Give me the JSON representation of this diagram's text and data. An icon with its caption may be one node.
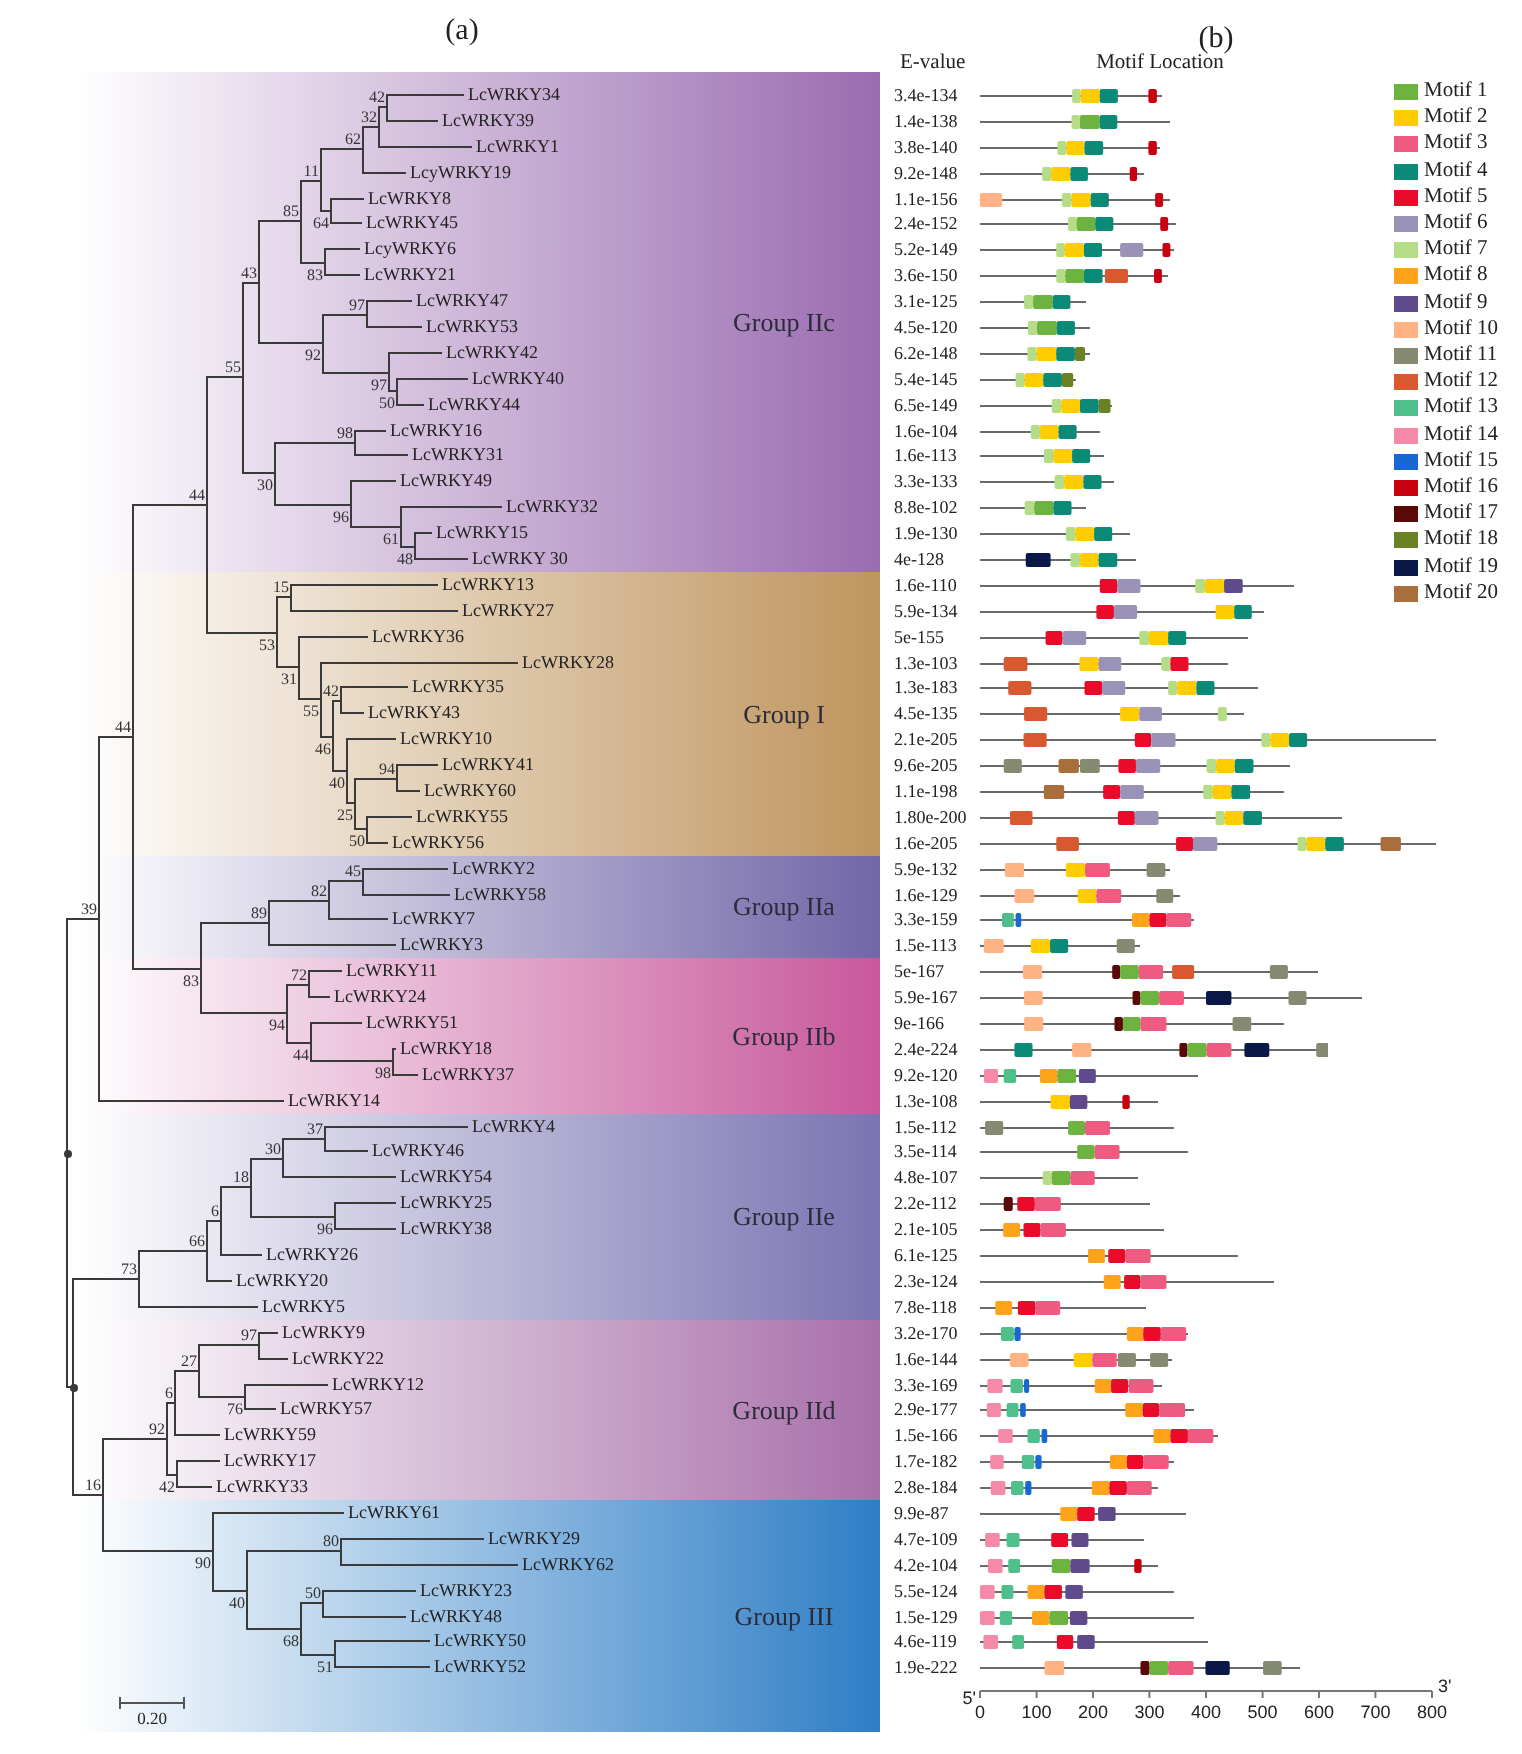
{
  "diagram": {
    "nodes": [
      {
        "text": [
          "Group IIc"
        ]
      },
      {
        "text": [
          "LcWRKY34"
        ],
        "in": 0
      },
      {
        "text": [
          "LcWRKY39"
        ],
        "in": 0
      },
      {
        "text": [
          "LcWRKY1"
        ],
        "in": 0
      },
      {
        "text": [
          "LcyWRKY19"
        ],
        "in": 0
      },
      {
        "text": [
          "LcWRKY8"
        ],
        "in": 0
      },
      {
        "text": [
          "LcWRKY45"
        ],
        "in": 0
      },
      {
        "text": [
          "LcyWRKY6"
        ],
        "in": 0
      },
      {
        "text": [
          "LcWRKY21"
        ],
        "in": 0
      },
      {
        "text": [
          "LcWRKY47"
        ],
        "in": 0
      },
      {
        "text": [
          "LcWRKY53"
        ],
        "in": 0
      },
      {
        "text": [
          "LcWRKY42"
        ],
        "in": 0
      },
      {
        "text": [
          "LcWRKY40"
        ],
        "in": 0
      },
      {
        "text": [
          "LcWRKY44"
        ],
        "in": 0
      },
      {
        "text": [
          "LcWRKY16"
        ],
        "in": 0
      },
      {
        "text": [
          "LcWRKY31"
        ],
        "in": 0
      },
      {
        "text": [
          "LcWRKY49"
        ],
        "in": 0
      },
      {
        "text": [
          "LcWRKY32"
        ],
        "in": 0
      },
      {
        "text": [
          "LcWRKY15"
        ],
        "in": 0
      },
      {
        "text": [
          "LcWRKY 30"
        ],
        "in": 0
      },
      {
        "text": [
          "42"
        ],
        "in": 0
      },
      {
        "text": [
          "32"
        ],
        "in": 0
      },
      {
        "text": [
          "62"
        ],
        "in": 0
      },
      {
        "text": [
          "11"
        ],
        "in": 0
      },
      {
        "text": [
          "64"
        ],
        "in": 0
      },
      {
        "text": [
          "85"
        ],
        "in": 0
      },
      {
        "text": [
          "83"
        ],
        "in": 0
      },
      {
        "text": [
          "43"
        ],
        "in": 0
      },
      {
        "text": [
          "97"
        ],
        "in": 0
      },
      {
        "text": [
          "92"
        ],
        "in": 0
      },
      {
        "text": [
          "97"
        ],
        "in": 0
      },
      {
        "text": [
          "50"
        ],
        "in": 0
      },
      {
        "text": [
          "55"
        ],
        "in": 0
      },
      {
        "text": [
          "98"
        ],
        "in": 0
      },
      {
        "text": [
          "30"
        ],
        "in": 0
      },
      {
        "text": [
          "96"
        ],
        "in": 0
      },
      {
        "text": [
          "61"
        ],
        "in": 0
      },
      {
        "text": [
          "48"
        ],
        "in": 0
      },
      {
        "text": [
          "44"
        ],
        "in": 0
      },
      {
        "text": [
          "Group I"
        ]
      },
      {
        "text": [
          "LcWRKY13"
        ],
        "in": 39
      },
      {
        "text": [
          "LcWRKY27"
        ],
        "in": 39
      },
      {
        "text": [
          "LcWRKY36"
        ],
        "in": 39
      },
      {
        "text": [
          "LcWRKY28"
        ],
        "in": 39
      },
      {
        "text": [
          "LcWRKY35"
        ],
        "in": 39
      },
      {
        "text": [
          "LcWRKY43"
        ],
        "in": 39
      },
      {
        "text": [
          "LcWRKY10"
        ],
        "in": 39
      },
      {
        "text": [
          "LcWRKY41"
        ],
        "in": 39
      },
      {
        "text": [
          "LcWRKY60"
        ],
        "in": 39
      },
      {
        "text": [
          "LcWRKY55"
        ],
        "in": 39
      },
      {
        "text": [
          "LcWRKY56"
        ],
        "in": 39
      },
      {
        "text": [
          "15"
        ],
        "in": 39
      },
      {
        "text": [
          "53"
        ],
        "in": 39
      },
      {
        "text": [
          "31"
        ],
        "in": 39
      },
      {
        "text": [
          "55"
        ],
        "in": 39
      },
      {
        "text": [
          "42"
        ],
        "in": 39
      },
      {
        "text": [
          "44"
        ],
        "in": 39
      },
      {
        "text": [
          "46"
        ],
        "in": 39
      },
      {
        "text": [
          "40"
        ],
        "in": 39
      },
      {
        "text": [
          "94"
        ],
        "in": 39
      },
      {
        "text": [
          "25"
        ],
        "in": 39
      },
      {
        "text": [
          "50"
        ],
        "in": 39
      },
      {
        "text": [
          "Group IIa"
        ]
      },
      {
        "text": [
          "LcWRKY2"
        ],
        "in": 62
      },
      {
        "text": [
          "LcWRKY58"
        ],
        "in": 62
      },
      {
        "text": [
          "LcWRKY7"
        ],
        "in": 62
      },
      {
        "text": [
          "LcWRKY3"
        ],
        "in": 62
      },
      {
        "text": [
          "45"
        ],
        "in": 62
      },
      {
        "text": [
          "82"
        ],
        "in": 62
      },
      {
        "text": [
          "39"
        ],
        "in": 62
      },
      {
        "text": [
          "89"
        ],
        "in": 62
      },
      {
        "text": [
          "Group IIb"
        ]
      },
      {
        "text": [
          "LcWRKY11"
        ],
        "in": 71
      },
      {
        "text": [
          "LcWRKY24"
        ],
        "in": 71
      },
      {
        "text": [
          "LcWRKY51"
        ],
        "in": 71
      },
      {
        "text": [
          "LcWRKY18"
        ],
        "in": 71
      },
      {
        "text": [
          "LcWRKY37"
        ],
        "in": 71
      },
      {
        "text": [
          "LcWRKY14"
        ],
        "in": 71
      },
      {
        "text": [
          "83"
        ],
        "in": 71
      },
      {
        "text": [
          "72"
        ],
        "in": 71
      },
      {
        "text": [
          "94"
        ],
        "in": 71
      },
      {
        "text": [
          "44"
        ],
        "in": 71
      },
      {
        "text": [
          "98"
        ],
        "in": 71
      },
      {
        "text": [
          "Group IIe"
        ]
      },
      {
        "text": [
          "LcWRKY4"
        ],
        "in": 83
      },
      {
        "text": [
          "LcWRKY46"
        ],
        "in": 83
      },
      {
        "text": [
          "LcWRKY54"
        ],
        "in": 83
      },
      {
        "text": [
          "LcWRKY25"
        ],
        "in": 83
      },
      {
        "text": [
          "LcWRKY38"
        ],
        "in": 83
      },
      {
        "text": [
          "LcWRKY26"
        ],
        "in": 83
      },
      {
        "text": [
          "LcWRKY20"
        ],
        "in": 83
      },
      {
        "text": [
          "LcWRKY5"
        ],
        "in": 83
      },
      {
        "text": [
          "37"
        ],
        "in": 83
      },
      {
        "text": [
          "30"
        ],
        "in": 83
      },
      {
        "text": [
          "18"
        ],
        "in": 83
      },
      {
        "text": [
          "96"
        ],
        "in": 83
      },
      {
        "text": [
          "6"
        ],
        "in": 83
      },
      {
        "text": [
          "66"
        ],
        "in": 83
      },
      {
        "text": [
          "73"
        ],
        "in": 83
      },
      {
        "text": [
          "Group IId"
        ]
      },
      {
        "text": [
          "LcWRKY9"
        ],
        "in": 99
      },
      {
        "text": [
          "LcWRKY22"
        ],
        "in": 99
      },
      {
        "text": [
          "LcWRKY12"
        ],
        "in": 99
      },
      {
        "text": [
          "LcWRKY57"
        ],
        "in": 99
      },
      {
        "text": [
          "LcWRKY59"
        ],
        "in": 99
      },
      {
        "text": [
          "LcWRKY17"
        ],
        "in": 99
      },
      {
        "text": [
          "LcWRKY33"
        ],
        "in": 99
      },
      {
        "text": [
          "97"
        ],
        "in": 99
      },
      {
        "text": [
          "27"
        ],
        "in": 99
      },
      {
        "text": [
          "76"
        ],
        "in": 99
      },
      {
        "text": [
          "6"
        ],
        "in": 99
      },
      {
        "text": [
          "92"
        ],
        "in": 99
      },
      {
        "text": [
          "42"
        ],
        "in": 99
      },
      {
        "text": [
          "16"
        ],
        "in": 99
      },
      {
        "text": [
          "Group III"
        ]
      },
      {
        "text": [
          "LcWRKY61"
        ],
        "in": 114
      },
      {
        "text": [
          "LcWRKY29"
        ],
        "in": 114
      },
      {
        "text": [
          "LcWRKY62"
        ],
        "in": 114
      },
      {
        "text": [
          "LcWRKY23"
        ],
        "in": 114
      },
      {
        "text": [
          "LcWRKY48"
        ],
        "in": 114
      },
      {
        "text": [
          "LcWRKY50"
        ],
        "in": 114
      },
      {
        "text": [
          "LcWRKY52"
        ],
        "in": 114
      },
      {
        "text": [
          "90"
        ],
        "in": 114
      },
      {
        "text": [
          "80"
        ],
        "in": 114
      },
      {
        "text": [
          "40"
        ],
        "in": 114
      },
      {
        "text": [
          "50"
        ],
        "in": 114
      },
      {
        "text": [
          "68"
        ],
        "in": 114
      },
      {
        "text": [
          "51"
        ],
        "in": 114
      },
      {
        "text": [],
        "shape": "point"
      },
      {
        "text": [],
        "shape": "point"
      }
    ],
    "edges": [
      {
        "from": 128,
        "to": 69,
        "arrow": "none"
      },
      {
        "from": 128,
        "to": 129,
        "arrow": "none"
      },
      {
        "from": 69,
        "to": 56,
        "arrow": "none"
      },
      {
        "from": 69,
        "to": 77,
        "arrow": "none"
      },
      {
        "from": 56,
        "to": 38,
        "arrow": "none"
      },
      {
        "from": 56,
        "to": 78,
        "arrow": "none"
      },
      {
        "from": 38,
        "to": 32,
        "arrow": "none"
      },
      {
        "from": 38,
        "to": 52,
        "arrow": "none"
      },
      {
        "from": 32,
        "to": 27,
        "arrow": "none"
      },
      {
        "from": 32,
        "to": 34,
        "arrow": "none"
      },
      {
        "from": 27,
        "to": 25,
        "arrow": "none"
      },
      {
        "from": 27,
        "to": 29,
        "arrow": "none"
      },
      {
        "from": 25,
        "to": 23,
        "arrow": "none"
      },
      {
        "from": 25,
        "to": 26,
        "arrow": "none"
      },
      {
        "from": 23,
        "to": 22,
        "arrow": "none"
      },
      {
        "from": 23,
        "to": 24,
        "arrow": "none"
      },
      {
        "from": 22,
        "to": 21,
        "arrow": "none"
      },
      {
        "from": 22,
        "to": 4,
        "arrow": "none"
      },
      {
        "from": 21,
        "to": 20,
        "arrow": "none"
      },
      {
        "from": 21,
        "to": 3,
        "arrow": "none"
      },
      {
        "from": 20,
        "to": 1,
        "arrow": "none"
      },
      {
        "from": 20,
        "to": 2,
        "arrow": "none"
      },
      {
        "from": 24,
        "to": 5,
        "arrow": "none"
      },
      {
        "from": 24,
        "to": 6,
        "arrow": "none"
      },
      {
        "from": 26,
        "to": 7,
        "arrow": "none"
      },
      {
        "from": 26,
        "to": 8,
        "arrow": "none"
      },
      {
        "from": 29,
        "to": 28,
        "arrow": "none"
      },
      {
        "from": 29,
        "to": 30,
        "arrow": "none"
      },
      {
        "from": 28,
        "to": 9,
        "arrow": "none"
      },
      {
        "from": 28,
        "to": 10,
        "arrow": "none"
      },
      {
        "from": 30,
        "to": 11,
        "arrow": "none"
      },
      {
        "from": 30,
        "to": 31,
        "arrow": "none"
      },
      {
        "from": 31,
        "to": 12,
        "arrow": "none"
      },
      {
        "from": 31,
        "to": 13,
        "arrow": "none"
      },
      {
        "from": 34,
        "to": 33,
        "arrow": "none"
      },
      {
        "from": 34,
        "to": 35,
        "arrow": "none"
      },
      {
        "from": 33,
        "to": 14,
        "arrow": "none"
      },
      {
        "from": 33,
        "to": 15,
        "arrow": "none"
      },
      {
        "from": 35,
        "to": 16,
        "arrow": "none"
      },
      {
        "from": 35,
        "to": 36,
        "arrow": "none"
      },
      {
        "from": 36,
        "to": 17,
        "arrow": "none"
      },
      {
        "from": 36,
        "to": 37,
        "arrow": "none"
      },
      {
        "from": 37,
        "to": 18,
        "arrow": "none"
      },
      {
        "from": 37,
        "to": 19,
        "arrow": "none"
      },
      {
        "from": 52,
        "to": 51,
        "arrow": "none"
      },
      {
        "from": 52,
        "to": 53,
        "arrow": "none"
      },
      {
        "from": 51,
        "to": 40,
        "arrow": "none"
      },
      {
        "from": 51,
        "to": 41,
        "arrow": "none"
      },
      {
        "from": 53,
        "to": 42,
        "arrow": "none"
      },
      {
        "from": 53,
        "to": 54,
        "arrow": "none"
      },
      {
        "from": 54,
        "to": 43,
        "arrow": "none"
      },
      {
        "from": 54,
        "to": 57,
        "arrow": "none"
      },
      {
        "from": 57,
        "to": 55,
        "arrow": "none"
      },
      {
        "from": 57,
        "to": 58,
        "arrow": "none"
      },
      {
        "from": 55,
        "to": 44,
        "arrow": "none"
      },
      {
        "from": 55,
        "to": 45,
        "arrow": "none"
      },
      {
        "from": 58,
        "to": 46,
        "arrow": "none"
      },
      {
        "from": 58,
        "to": 60,
        "arrow": "none"
      },
      {
        "from": 60,
        "to": 59,
        "arrow": "none"
      },
      {
        "from": 60,
        "to": 61,
        "arrow": "none"
      },
      {
        "from": 59,
        "to": 47,
        "arrow": "none"
      },
      {
        "from": 59,
        "to": 48,
        "arrow": "none"
      },
      {
        "from": 61,
        "to": 49,
        "arrow": "none"
      },
      {
        "from": 61,
        "to": 50,
        "arrow": "none"
      },
      {
        "from": 78,
        "to": 70,
        "arrow": "none"
      },
      {
        "from": 78,
        "to": 80,
        "arrow": "none"
      },
      {
        "from": 70,
        "to": 68,
        "arrow": "none"
      },
      {
        "from": 70,
        "to": 66,
        "arrow": "none"
      },
      {
        "from": 68,
        "to": 67,
        "arrow": "none"
      },
      {
        "from": 68,
        "to": 65,
        "arrow": "none"
      },
      {
        "from": 67,
        "to": 63,
        "arrow": "none"
      },
      {
        "from": 67,
        "to": 64,
        "arrow": "none"
      },
      {
        "from": 80,
        "to": 79,
        "arrow": "none"
      },
      {
        "from": 80,
        "to": 81,
        "arrow": "none"
      },
      {
        "from": 79,
        "to": 72,
        "arrow": "none"
      },
      {
        "from": 79,
        "to": 73,
        "arrow": "none"
      },
      {
        "from": 81,
        "to": 74,
        "arrow": "none"
      },
      {
        "from": 81,
        "to": 82,
        "arrow": "none"
      },
      {
        "from": 82,
        "to": 75,
        "arrow": "none"
      },
      {
        "from": 82,
        "to": 76,
        "arrow": "none"
      },
      {
        "from": 129,
        "to": 98,
        "arrow": "none"
      },
      {
        "from": 129,
        "to": 113,
        "arrow": "none"
      },
      {
        "from": 98,
        "to": 97,
        "arrow": "none"
      },
      {
        "from": 98,
        "to": 91,
        "arrow": "none"
      },
      {
        "from": 97,
        "to": 96,
        "arrow": "none"
      },
      {
        "from": 97,
        "to": 90,
        "arrow": "none"
      },
      {
        "from": 96,
        "to": 94,
        "arrow": "none"
      },
      {
        "from": 96,
        "to": 89,
        "arrow": "none"
      },
      {
        "from": 94,
        "to": 93,
        "arrow": "none"
      },
      {
        "from": 94,
        "to": 95,
        "arrow": "none"
      },
      {
        "from": 93,
        "to": 92,
        "arrow": "none"
      },
      {
        "from": 93,
        "to": 86,
        "arrow": "none"
      },
      {
        "from": 92,
        "to": 84,
        "arrow": "none"
      },
      {
        "from": 92,
        "to": 85,
        "arrow": "none"
      },
      {
        "from": 95,
        "to": 87,
        "arrow": "none"
      },
      {
        "from": 95,
        "to": 88,
        "arrow": "none"
      },
      {
        "from": 113,
        "to": 111,
        "arrow": "none"
      },
      {
        "from": 113,
        "to": 122,
        "arrow": "none"
      },
      {
        "from": 111,
        "to": 110,
        "arrow": "none"
      },
      {
        "from": 111,
        "to": 112,
        "arrow": "none"
      },
      {
        "from": 110,
        "to": 108,
        "arrow": "none"
      },
      {
        "from": 110,
        "to": 104,
        "arrow": "none"
      },
      {
        "from": 108,
        "to": 107,
        "arrow": "none"
      },
      {
        "from": 108,
        "to": 109,
        "arrow": "none"
      },
      {
        "from": 107,
        "to": 100,
        "arrow": "none"
      },
      {
        "from": 107,
        "to": 101,
        "arrow": "none"
      },
      {
        "from": 109,
        "to": 102,
        "arrow": "none"
      },
      {
        "from": 109,
        "to": 103,
        "arrow": "none"
      },
      {
        "from": 112,
        "to": 105,
        "arrow": "none"
      },
      {
        "from": 112,
        "to": 106,
        "arrow": "none"
      },
      {
        "from": 122,
        "to": 115,
        "arrow": "none"
      },
      {
        "from": 122,
        "to": 124,
        "arrow": "none"
      },
      {
        "from": 124,
        "to": 123,
        "arrow": "none"
      },
      {
        "from": 124,
        "to": 126,
        "arrow": "none"
      },
      {
        "from": 123,
        "to": 116,
        "arrow": "none"
      },
      {
        "from": 123,
        "to": 117,
        "arrow": "none"
      },
      {
        "from": 126,
        "to": 125,
        "arrow": "none"
      },
      {
        "from": 126,
        "to": 127,
        "arrow": "none"
      },
      {
        "from": 125,
        "to": 118,
        "arrow": "none"
      },
      {
        "from": 125,
        "to": 119,
        "arrow": "none"
      },
      {
        "from": 127,
        "to": 120,
        "arrow": "none"
      },
      {
        "from": 127,
        "to": 121,
        "arrow": "none"
      }
    ],
    "labels": [
      "(a)",
      "(b)",
      "E-value",
      "Motif Location",
      "3.4e-134",
      "1.4e-138",
      "3.8e-140",
      "9.2e-148",
      "1.1e-156",
      "2.4e-152",
      "5.2e-149",
      "3.6e-150",
      "3.1e-125",
      "4.5e-120",
      "6.2e-148",
      "5.4e-145",
      "6.5e-149",
      "1.6e-104",
      "1.6e-113",
      "3.3e-133",
      "8.8e-102",
      "1.9e-130",
      "4e-128",
      "1.6e-110",
      "5.9e-134",
      "5e-155",
      "1.3e-103",
      "1.3e-183",
      "4.5e-135",
      "2.1e-205",
      "9.6e-205",
      "1.1e-198",
      "1.80e-200",
      "1.6e-205",
      "5.9e-132",
      "1.6e-129",
      "3.3e-159",
      "1.5e-113",
      "5e-167",
      "5.9e-167",
      "9e-166",
      "2.4e-224",
      "9.2e-120",
      "1.3e-108",
      "1.5e-112",
      "3.5e-114",
      "4.8e-107",
      "2.2e-112",
      "2.1e-105",
      "6.1e-125",
      "2.3e-124",
      "7.8e-118",
      "3.2e-170",
      "1.6e-144",
      "3.3e-169",
      "2.9e-177",
      "1.5e-166",
      "1.7e-182",
      "2.8e-184",
      "9.9e-87",
      "4.7e-109",
      "4.2e-104",
      "5.5e-124",
      "1.5e-129",
      "4.6e-119",
      "1.9e-222",
      "5'",
      "3'",
      "0.20",
      "0",
      "100",
      "200",
      "300",
      "400",
      "500",
      "600",
      "700",
      "800"
    ],
    "legend": [
      {
        "text": "Motif 1",
        "color": "#6db33f"
      },
      {
        "text": "Motif 2",
        "color": "#ffcc00"
      },
      {
        "text": "Motif 3",
        "color": "#ef5a80"
      },
      {
        "text": "Motif 4",
        "color": "#0b8a78"
      },
      {
        "text": "Motif 5",
        "color": "#ea0a2a"
      },
      {
        "text": "Motif 6",
        "color": "#9b93b7"
      },
      {
        "text": "Motif 7",
        "color": "#b5dd87"
      },
      {
        "text": "Motif 8",
        "color": "#ffa31a"
      },
      {
        "text": "Motif 9",
        "color": "#5f4b8b"
      },
      {
        "text": "Motif 10",
        "color": "#ffb384"
      },
      {
        "text": "Motif 11",
        "color": "#858b72"
      },
      {
        "text": "Motif 12",
        "color": "#d8582f"
      },
      {
        "text": "Motif 13",
        "color": "#4fbf8b"
      },
      {
        "text": "Motif 14",
        "color": "#f48aa8"
      },
      {
        "text": "Motif 15",
        "color": "#1768d0"
      },
      {
        "text": "Motif 16",
        "color": "#c8000f"
      },
      {
        "text": "Motif 17",
        "color": "#5a0808"
      },
      {
        "text": "Motif 18",
        "color": "#6a8224"
      },
      {
        "text": "Motif 19",
        "color": "#0a1848"
      },
      {
        "text": "Motif 20",
        "color": "#a86f3d"
      }
    ]
  }
}
